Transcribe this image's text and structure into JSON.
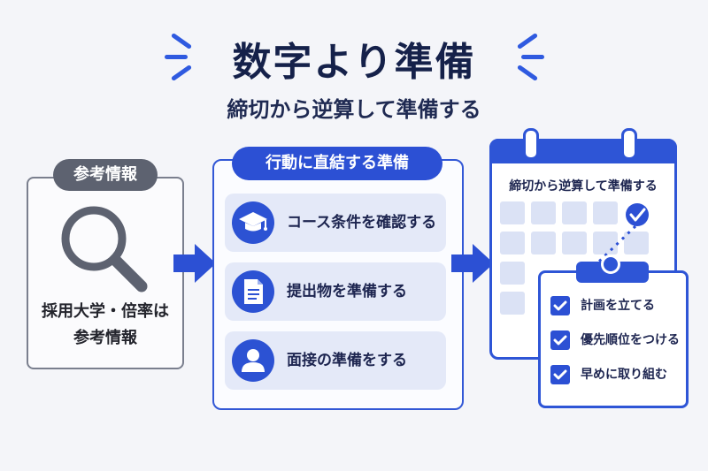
{
  "title": "数字より準備",
  "subtitle": "締切から逆算して準備する",
  "reference": {
    "header": "参考情報",
    "text_line1": "採用大学・倍率は",
    "text_line2": "参考情報",
    "icon": "magnifier-icon"
  },
  "actions": {
    "header": "行動に直結する準備",
    "items": [
      {
        "label": "コース条件を確認する",
        "icon": "graduation-cap-icon"
      },
      {
        "label": "提出物を準備する",
        "icon": "document-icon"
      },
      {
        "label": "面接の準備をする",
        "icon": "person-icon"
      }
    ]
  },
  "calendar": {
    "title": "締切から逆算して準備する",
    "icon": "calendar-icon"
  },
  "checklist": {
    "items": [
      "計画を立てる",
      "優先順位をつける",
      "早めに取り組む"
    ],
    "icon": "clipboard-icon"
  },
  "colors": {
    "accent": "#2c50d4",
    "dark": "#15214a",
    "gray": "#5d6270",
    "light_blue": "#e4e9f8"
  }
}
